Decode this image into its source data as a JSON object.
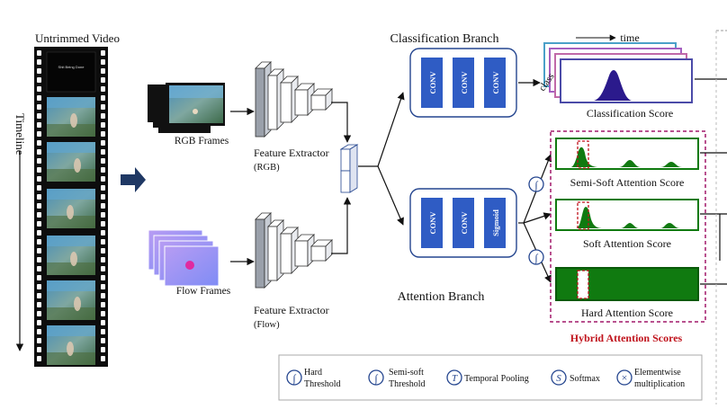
{
  "film": {
    "label": "Untrimmed Video",
    "timeline_label": "Timeline",
    "intro_text": "Shit Being Done"
  },
  "inputs": {
    "rgb_label": "RGB Frames",
    "flow_label": "Flow Frames"
  },
  "extractors": {
    "rgb_title": "Feature Extractor",
    "rgb_sub": "(RGB)",
    "flow_title": "Feature Extractor",
    "flow_sub": "(Flow)"
  },
  "classification": {
    "title": "Classification Branch",
    "layers": [
      "CONV",
      "CONV",
      "CONV"
    ],
    "score_label": "Classification Score",
    "time_label": "time",
    "class_label": "class"
  },
  "attention": {
    "title": "Attention Branch",
    "layers": [
      "CONV",
      "CONV",
      "Sigmoid"
    ]
  },
  "scores": {
    "semi_soft": "Semi-Soft Attention Score",
    "soft": "Soft Attention Score",
    "hard": "Hard Attention Score",
    "hybrid_label": "Hybrid Attention Scores"
  },
  "legend": {
    "items": [
      {
        "symbol": "∫",
        "line1": "Hard",
        "line2": "Threshold"
      },
      {
        "symbol": "∫",
        "line1": "Semi-soft",
        "line2": "Threshold"
      },
      {
        "symbol": "T",
        "line1": "Temporal Pooling",
        "line2": ""
      },
      {
        "symbol": "S",
        "line1": "Softmax",
        "line2": ""
      },
      {
        "symbol": "×",
        "line1": "Elementwise",
        "line2": "multiplication"
      }
    ]
  },
  "colors": {
    "conv_blue": "#2f5cc4",
    "branch_border": "#24458f",
    "attention_green": "#107a10",
    "hybrid_red": "#c0141d",
    "arrow_navy": "#1f3864"
  }
}
